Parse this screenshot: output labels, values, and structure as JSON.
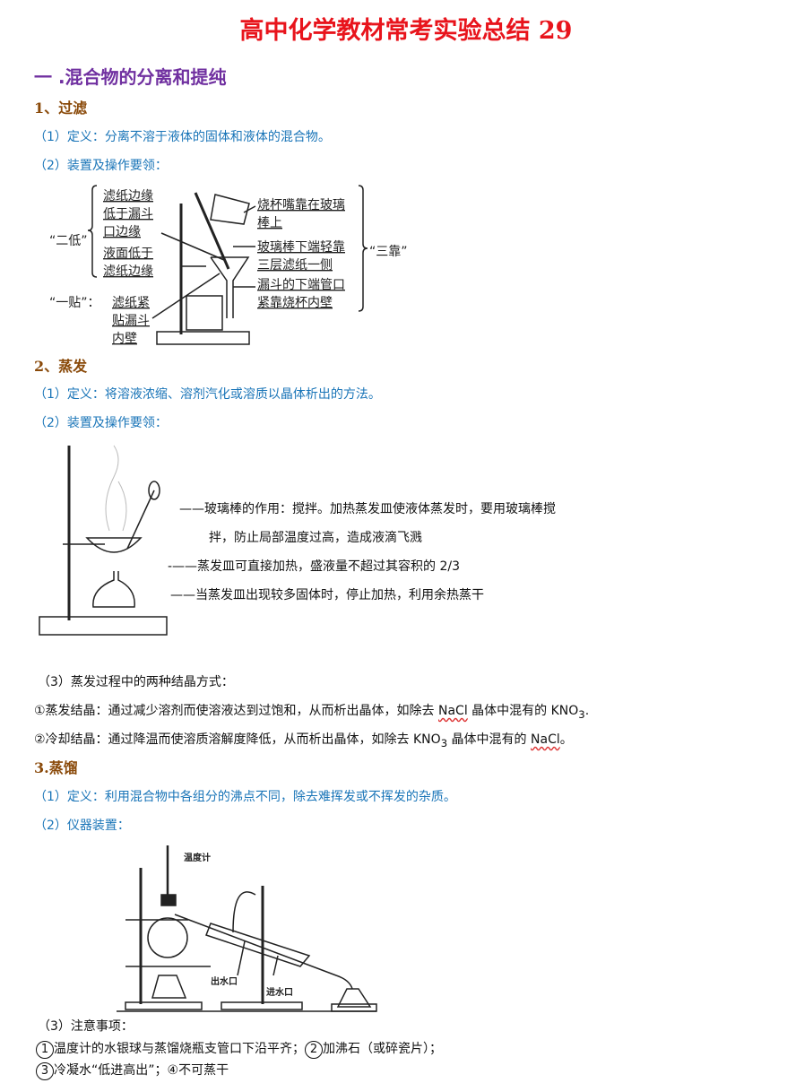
{
  "title": "高中化学教材常考实验总结 29",
  "section1": "一 .混合物的分离和提纯",
  "filtration": {
    "heading": "1、过滤",
    "def": "（1）定义：分离不溶于液体的固体和液体的混合物。",
    "device": "（2）装置及操作要领：",
    "diagram": {
      "er_di": "“二低”",
      "er_di_1a": "滤纸边缘",
      "er_di_1b": "低于漏斗",
      "er_di_1c": "口边缘",
      "er_di_2a": "液面低于",
      "er_di_2b": "滤纸边缘",
      "yi_tie": "“一贴”：",
      "yi_tie_a": "滤纸紧",
      "yi_tie_b": "贴漏斗",
      "yi_tie_c": "内壁",
      "san_kao": "“三靠”",
      "k1a": "烧杯嘴靠在玻璃",
      "k1b": "棒上",
      "k2a": "玻璃棒下端轻靠",
      "k2b": "三层滤纸一侧",
      "k3a": "漏斗的下端管口",
      "k3b": "紧靠烧杯内壁"
    }
  },
  "evaporation": {
    "heading": "2、蒸发",
    "def": "（1）定义：将溶液浓缩、溶剂汽化或溶质以晶体析出的方法。",
    "device": "（2）装置及操作要领：",
    "note1a": "——玻璃棒的作用：搅拌。加热蒸发皿使液体蒸发时，要用玻璃棒搅",
    "note1b": "拌，防止局部温度过高，造成液滴飞溅",
    "note2": "-——蒸发皿可直接加热，盛液量不超过其容积的 2/3",
    "note3": "——当蒸发皿出现较多固体时，停止加热，利用余热蒸干",
    "methods": "（3）蒸发过程中的两种结晶方式：",
    "m1_pre": "①蒸发结晶：通过减少溶剂而使溶液达到过饱和，从而析出晶体，如除去 ",
    "m1_nacl": "NaCl",
    "m1_mid": " 晶体中混有的 KNO",
    "m1_sub": "3",
    "m1_end": ".",
    "m2_pre": "②冷却结晶：通过降温而使溶质溶解度降低，从而析出晶体，如除去 KNO",
    "m2_sub": "3",
    "m2_mid": " 晶体中混有的 ",
    "m2_nacl": "NaCl",
    "m2_end": "。"
  },
  "distillation": {
    "heading": "3.蒸馏",
    "def": "（1）定义：利用混合物中各组分的沸点不同，除去难挥发或不挥发的杂质。",
    "device": "（2）仪器装置：",
    "thermometer": "温度计",
    "water_out": "出水口",
    "water_in": "进水口",
    "notes": "（3）注意事项：",
    "n1": "1",
    "n1_text": "温度计的水银球与蒸馏烧瓶支管口下沿平齐；",
    "n2": "2",
    "n2_text": "加沸石（或碎瓷片）；",
    "n3": "3",
    "n3_text": "冷凝水“低进高出”；",
    "n4_text": "④不可蒸干"
  }
}
